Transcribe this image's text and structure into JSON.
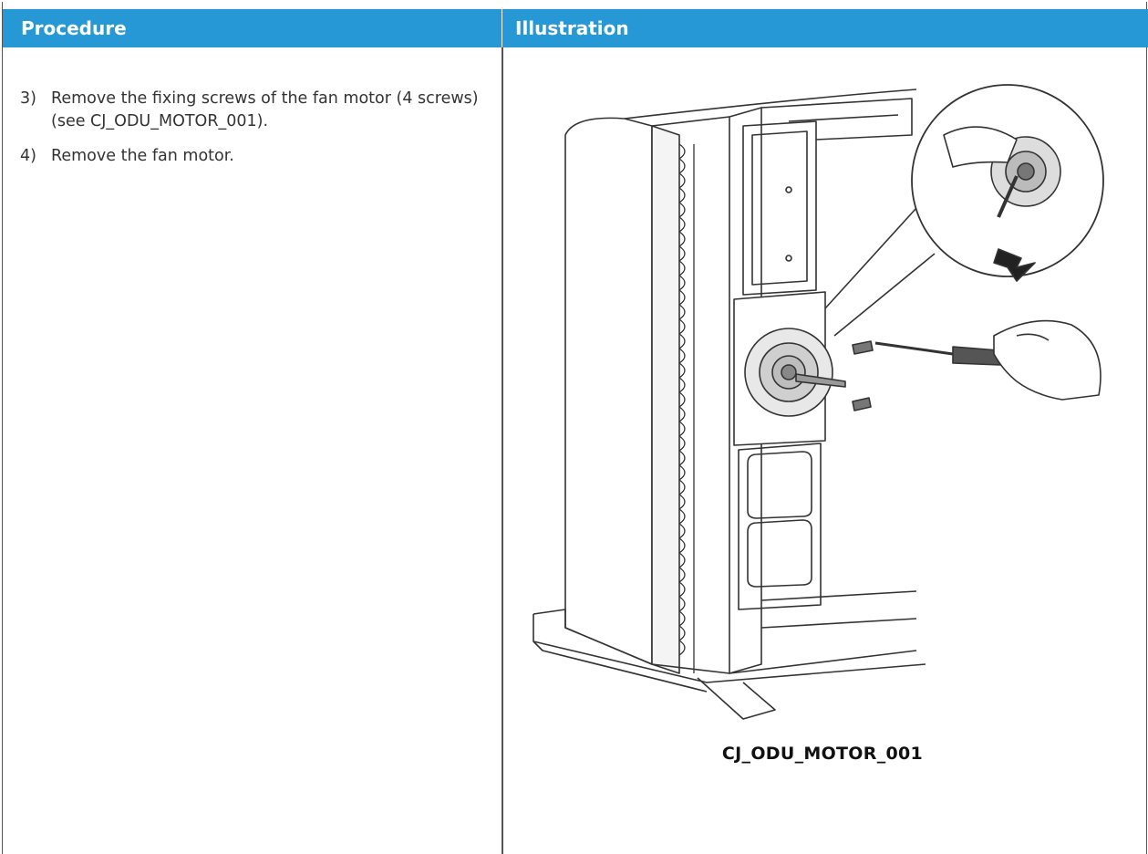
{
  "header": {
    "procedure_label": "Procedure",
    "illustration_label": "Illustration"
  },
  "procedure": {
    "steps": [
      {
        "number": "3)",
        "text": "Remove the fixing screws of the fan motor (4 screws) (see CJ_ODU_MOTOR_001)."
      },
      {
        "number": "4)",
        "text": "Remove the fan motor."
      }
    ]
  },
  "illustration": {
    "caption": "CJ_ODU_MOTOR_001",
    "colors": {
      "header": "#2798d6",
      "line": "#333333"
    }
  }
}
